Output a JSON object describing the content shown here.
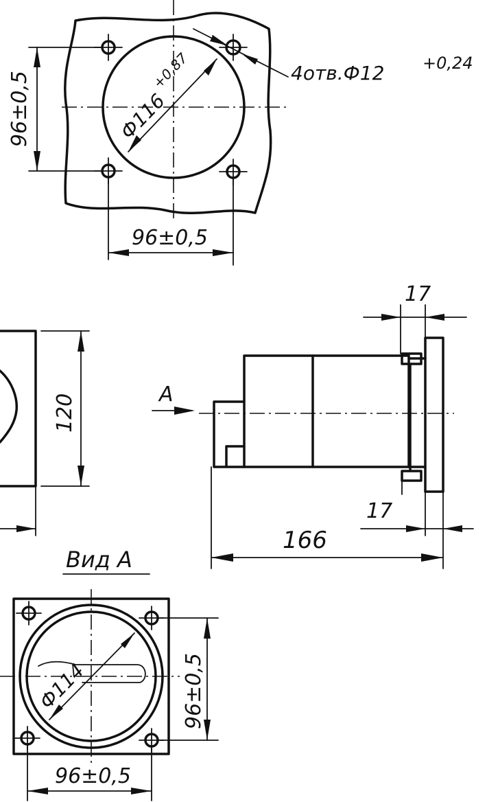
{
  "drawing": {
    "top_view": {
      "dim_vertical": "96±0,5",
      "dim_horizontal": "96±0,5",
      "dim_diameter": "Ф116",
      "dim_diameter_tol": "+0,87",
      "holes_note": "4отв.Ф12",
      "holes_tol": "+0,24"
    },
    "left_view": {
      "dim_height": "120"
    },
    "side_view": {
      "view_arrow_label": "A",
      "dim_flange_top": "17",
      "dim_flange_bottom": "17",
      "dim_length": "166"
    },
    "view_a": {
      "title": "Вид А",
      "dim_vertical": "96±0,5",
      "dim_horizontal": "96±0,5",
      "dim_diameter": "Ф114"
    }
  }
}
